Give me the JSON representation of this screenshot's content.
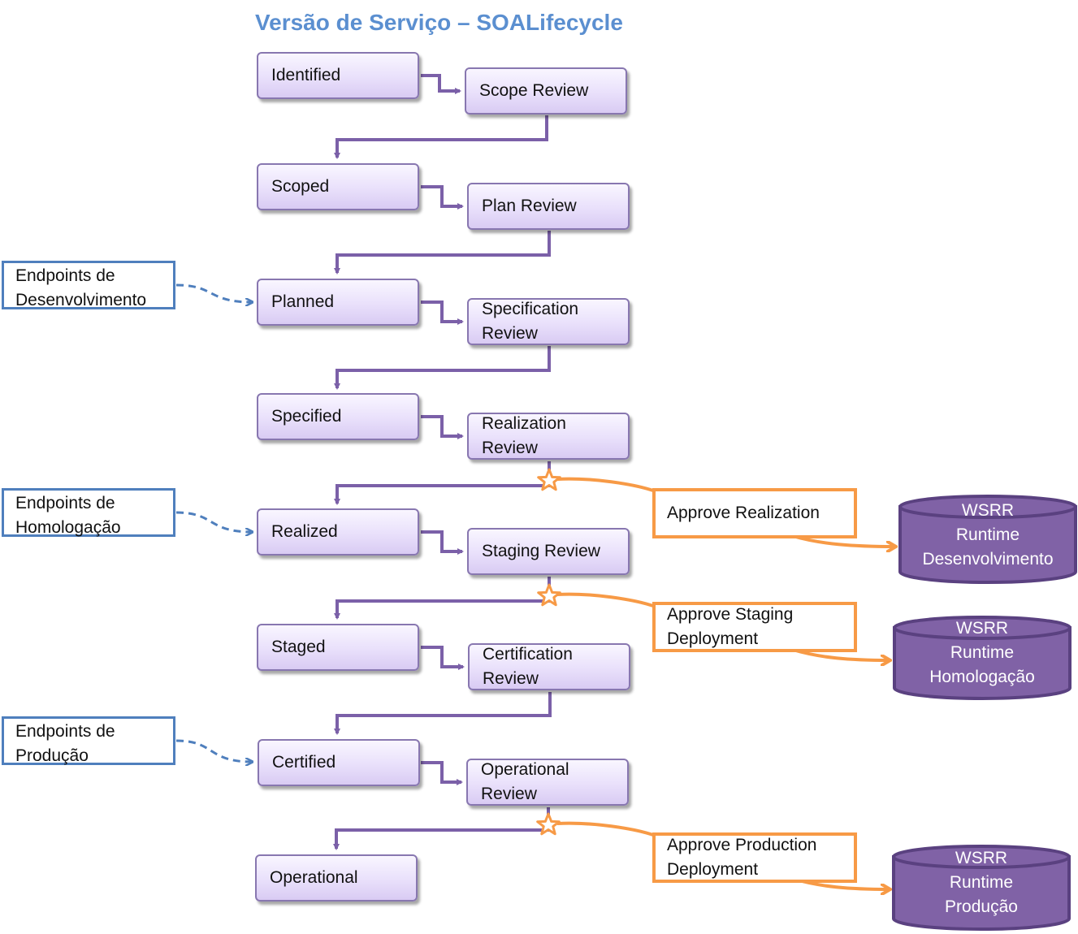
{
  "title": "Versão de Serviço – SOALifecycle",
  "colors": {
    "title": "#5b8fd0",
    "state_border": "#8877b0",
    "flow_line": "#7b60a8",
    "endpoint_border": "#4f7fbd",
    "approval_orange": "#f79a46",
    "database_fill": "#8062a6"
  },
  "states": [
    {
      "id": "identified",
      "label": "Identified"
    },
    {
      "id": "scope-review",
      "label": "Scope Review"
    },
    {
      "id": "scoped",
      "label": "Scoped"
    },
    {
      "id": "plan-review",
      "label": "Plan Review"
    },
    {
      "id": "planned",
      "label": "Planned"
    },
    {
      "id": "specification-review",
      "label": "Specification\nReview"
    },
    {
      "id": "specified",
      "label": "Specified"
    },
    {
      "id": "realization-review",
      "label": "Realization\nReview"
    },
    {
      "id": "realized",
      "label": "Realized"
    },
    {
      "id": "staging-review",
      "label": "Staging Review"
    },
    {
      "id": "staged",
      "label": "Staged"
    },
    {
      "id": "certification-review",
      "label": "Certification\nReview"
    },
    {
      "id": "certified",
      "label": "Certified"
    },
    {
      "id": "operational-review",
      "label": "Operational\nReview"
    },
    {
      "id": "operational",
      "label": "Operational"
    }
  ],
  "endpoints": [
    {
      "id": "desenvolvimento",
      "label": "Endpoints de\nDesenvolvimento"
    },
    {
      "id": "homologacao",
      "label": "Endpoints de\nHomologação"
    },
    {
      "id": "producao",
      "label": "Endpoints de\nProdução"
    }
  ],
  "approvals": [
    {
      "id": "approve-realization",
      "label": "Approve Realization"
    },
    {
      "id": "approve-staging",
      "label": "Approve Staging\nDeployment"
    },
    {
      "id": "approve-production",
      "label": "Approve Production\nDeployment"
    }
  ],
  "databases": [
    {
      "id": "wsrr-desenvolvimento",
      "label": "WSRR\nRuntime\nDesenvolvimento"
    },
    {
      "id": "wsrr-homologacao",
      "label": "WSRR\nRuntime\nHomologação"
    },
    {
      "id": "wsrr-producao",
      "label": "WSRR\nRuntime\nProdução"
    }
  ]
}
